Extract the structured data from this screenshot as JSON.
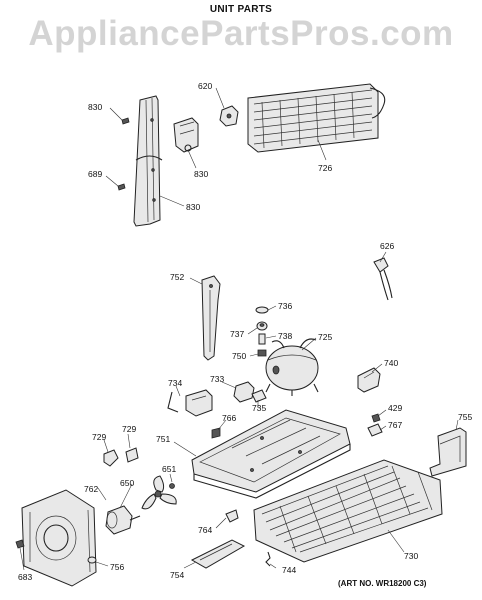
{
  "watermark": "AppliancePartsPros.com",
  "title": "UNIT PARTS",
  "art_number": "(ART NO. WR18200 C3)",
  "part_labels": {
    "p620": "620",
    "p726": "726",
    "p830a": "830",
    "p830b": "830",
    "p830c": "830",
    "p689": "689",
    "p626": "626",
    "p752": "752",
    "p736": "736",
    "p737": "737",
    "p738": "738",
    "p725": "725",
    "p750": "750",
    "p740": "740",
    "p734": "734",
    "p733": "733",
    "p735": "735",
    "p766": "766",
    "p429": "429",
    "p767": "767",
    "p755": "755",
    "p729a": "729",
    "p729b": "729",
    "p751": "751",
    "p651": "651",
    "p762": "762",
    "p650": "650",
    "p764": "764",
    "p730": "730",
    "p756": "756",
    "p754": "754",
    "p744": "744",
    "p683": "683"
  }
}
